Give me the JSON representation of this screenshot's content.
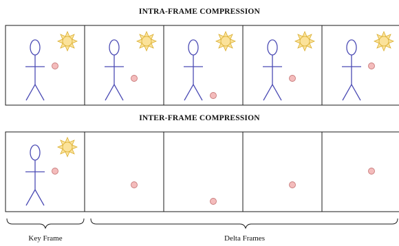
{
  "titles": {
    "intra": "INTRA-FRAME COMPRESSION",
    "inter": "INTER-FRAME COMPRESSION"
  },
  "labels": {
    "key_frame": "Key Frame",
    "delta_frames": "Delta Frames"
  },
  "colors": {
    "frame_border": "#1a1a1a",
    "stick_figure": "#4b4bb4",
    "sun_fill": "#fbe29a",
    "sun_stroke": "#d9ad2c",
    "ball_fill": "#f4bcbc",
    "ball_stroke": "#c87a7a"
  },
  "icons": {
    "figure": "stick-figure-icon",
    "sun": "sun-icon",
    "ball": "ball-icon"
  }
}
